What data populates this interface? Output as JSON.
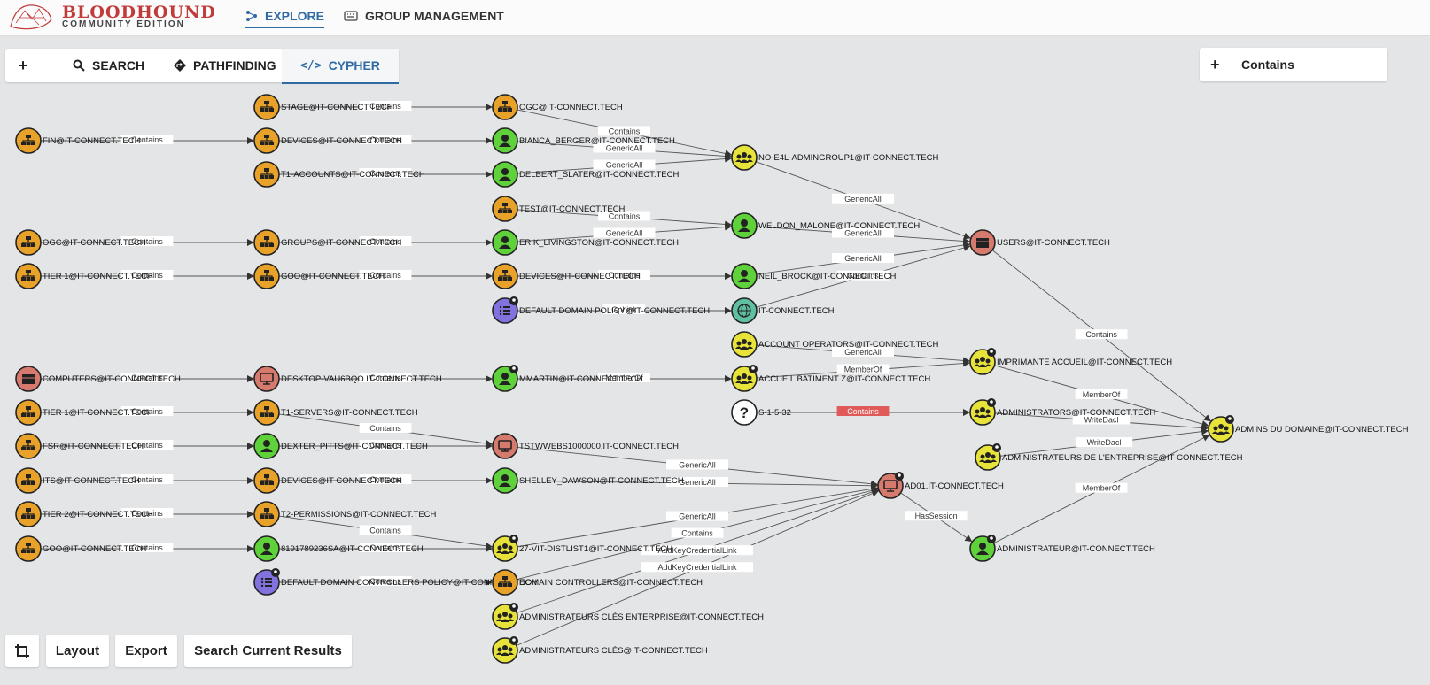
{
  "app": {
    "title": "BLOODHOUND",
    "subtitle": "COMMUNITY EDITION"
  },
  "nav": {
    "explore": "EXPLORE",
    "group_management": "GROUP MANAGEMENT"
  },
  "search_panel": {
    "add": "+",
    "search": "SEARCH",
    "pathfinding": "PATHFINDING",
    "cypher": "CYPHER"
  },
  "edge_filter": {
    "add": "+",
    "label": "Contains"
  },
  "bottom_bar": {
    "layout": "Layout",
    "export": "Export",
    "search_current": "Search Current Results"
  },
  "colors": {
    "group": "#e8e33a",
    "user": "#5fd13a",
    "ou": "#e8a22a",
    "computer": "#d77a6e",
    "gpo": "#8272e0",
    "domain": "#5fbfa3",
    "container": "#d77a6e",
    "unknown": "#ffffff",
    "highlight_edge": "#e05a5a"
  },
  "graph": {
    "nodes": [
      {
        "id": "fin",
        "label": "FIN@IT-CONNECT.TECH",
        "kind": "ou"
      },
      {
        "id": "ogc1",
        "label": "OGC@IT-CONNECT.TECH",
        "kind": "ou"
      },
      {
        "id": "tier1a",
        "label": "TIER 1@IT-CONNECT.TECH",
        "kind": "ou"
      },
      {
        "id": "computers",
        "label": "COMPUTERS@IT-CONNECT.TECH",
        "kind": "container"
      },
      {
        "id": "tier1b",
        "label": "TIER 1@IT-CONNECT.TECH",
        "kind": "ou"
      },
      {
        "id": "fsr",
        "label": "FSR@IT-CONNECT.TECH",
        "kind": "ou"
      },
      {
        "id": "its",
        "label": "ITS@IT-CONNECT.TECH",
        "kind": "ou"
      },
      {
        "id": "tier2",
        "label": "TIER 2@IT-CONNECT.TECH",
        "kind": "ou"
      },
      {
        "id": "goo1",
        "label": "GOO@IT-CONNECT.TECH",
        "kind": "ou"
      },
      {
        "id": "stage",
        "label": "STAGE@IT-CONNECT.TECH",
        "kind": "ou"
      },
      {
        "id": "devices1",
        "label": "DEVICES@IT-CONNECT.TECH",
        "kind": "ou"
      },
      {
        "id": "t1acc",
        "label": "T1-ACCOUNTS@IT-CONNECT.TECH",
        "kind": "ou"
      },
      {
        "id": "groups",
        "label": "GROUPS@IT-CONNECT.TECH",
        "kind": "ou"
      },
      {
        "id": "goo2",
        "label": "GOO@IT-CONNECT.TECH",
        "kind": "ou"
      },
      {
        "id": "desktop",
        "label": "DESKTOP-VAU6BQO.IT-CONNECT.TECH",
        "kind": "computer"
      },
      {
        "id": "t1srv",
        "label": "T1-SERVERS@IT-CONNECT.TECH",
        "kind": "ou"
      },
      {
        "id": "dexter",
        "label": "DEXTER_PITTS@IT-CONNECT.TECH",
        "kind": "user"
      },
      {
        "id": "devices2",
        "label": "DEVICES@IT-CONNECT.TECH",
        "kind": "ou"
      },
      {
        "id": "t2perm",
        "label": "T2-PERMISSIONS@IT-CONNECT.TECH",
        "kind": "ou"
      },
      {
        "id": "u8191",
        "label": "8191789236SA@IT-CONNECT.TECH",
        "kind": "user"
      },
      {
        "id": "ddcp",
        "label": "DEFAULT DOMAIN CONTROLLERS POLICY@IT-CONNECT.TECH",
        "kind": "gpo"
      },
      {
        "id": "ogc2",
        "label": "OGC@IT-CONNECT.TECH",
        "kind": "ou"
      },
      {
        "id": "bianca",
        "label": "BIANCA_BERGER@IT-CONNECT.TECH",
        "kind": "user"
      },
      {
        "id": "delbert",
        "label": "DELBERT_SLATER@IT-CONNECT.TECH",
        "kind": "user"
      },
      {
        "id": "test",
        "label": "TEST@IT-CONNECT.TECH",
        "kind": "ou"
      },
      {
        "id": "erik",
        "label": "ERIK_LIVINGSTON@IT-CONNECT.TECH",
        "kind": "user"
      },
      {
        "id": "devices3",
        "label": "DEVICES@IT-CONNECT.TECH",
        "kind": "ou"
      },
      {
        "id": "ddp",
        "label": "DEFAULT DOMAIN POLICY@IT-CONNECT.TECH",
        "kind": "gpo"
      },
      {
        "id": "mmartin",
        "label": "MMARTIN@IT-CONNECT.TECH",
        "kind": "user"
      },
      {
        "id": "tstw",
        "label": "TSTWWEBS1000000.IT-CONNECT.TECH",
        "kind": "computer"
      },
      {
        "id": "shelley",
        "label": "SHELLEY_DAWSON@IT-CONNECT.TECH",
        "kind": "user"
      },
      {
        "id": "distl",
        "label": "27-VIT-DISTLIST1@IT-CONNECT.TECH",
        "kind": "group"
      },
      {
        "id": "dcs",
        "label": "DOMAIN CONTROLLERS@IT-CONNECT.TECH",
        "kind": "ou"
      },
      {
        "id": "ace",
        "label": "ADMINISTRATEURS CLÉS ENTERPRISE@IT-CONNECT.TECH",
        "kind": "group"
      },
      {
        "id": "acl",
        "label": "ADMINISTRATEURS CLÉS@IT-CONNECT.TECH",
        "kind": "group"
      },
      {
        "id": "noe4l",
        "label": "NO-E4L-ADMINGROUP1@IT-CONNECT.TECH",
        "kind": "group"
      },
      {
        "id": "weldon",
        "label": "WELDON_MALONE@IT-CONNECT.TECH",
        "kind": "user"
      },
      {
        "id": "neil",
        "label": "NEIL_BROCK@IT-CONNECT.TECH",
        "kind": "user"
      },
      {
        "id": "itc",
        "label": "IT-CONNECT.TECH",
        "kind": "domain"
      },
      {
        "id": "accop",
        "label": "ACCOUNT OPERATORS@IT-CONNECT.TECH",
        "kind": "group"
      },
      {
        "id": "accbat",
        "label": "ACCUEIL BATIMENT Z@IT-CONNECT.TECH",
        "kind": "group"
      },
      {
        "id": "s1532",
        "label": "S-1-5-32",
        "kind": "unknown"
      },
      {
        "id": "users",
        "label": "USERS@IT-CONNECT.TECH",
        "kind": "container"
      },
      {
        "id": "impr",
        "label": "IMPRIMANTE ACCUEIL@IT-CONNECT.TECH",
        "kind": "group"
      },
      {
        "id": "admins",
        "label": "ADMINISTRATORS@IT-CONNECT.TECH",
        "kind": "group"
      },
      {
        "id": "adment",
        "label": "ADMINISTRATEURS DE L'ENTREPRISE@IT-CONNECT.TECH",
        "kind": "group"
      },
      {
        "id": "ad01",
        "label": "AD01.IT-CONNECT.TECH",
        "kind": "computer"
      },
      {
        "id": "administrateur",
        "label": "ADMINISTRATEUR@IT-CONNECT.TECH",
        "kind": "user"
      },
      {
        "id": "dadmins",
        "label": "ADMINS DU DOMAINE@IT-CONNECT.TECH",
        "kind": "group"
      }
    ],
    "edges": [
      {
        "from": "fin",
        "to": "devices1",
        "label": "Contains"
      },
      {
        "from": "ogc1",
        "to": "groups",
        "label": "Contains"
      },
      {
        "from": "tier1a",
        "to": "goo2",
        "label": "Contains"
      },
      {
        "from": "computers",
        "to": "desktop",
        "label": "Contains"
      },
      {
        "from": "tier1b",
        "to": "t1srv",
        "label": "Contains"
      },
      {
        "from": "fsr",
        "to": "dexter",
        "label": "Contains"
      },
      {
        "from": "its",
        "to": "devices2",
        "label": "Contains"
      },
      {
        "from": "tier2",
        "to": "t2perm",
        "label": "Contains"
      },
      {
        "from": "goo1",
        "to": "u8191",
        "label": "Contains"
      },
      {
        "from": "stage",
        "to": "ogc2",
        "label": "Contains"
      },
      {
        "from": "devices1",
        "to": "bianca",
        "label": "Contains"
      },
      {
        "from": "t1acc",
        "to": "delbert",
        "label": "Contains"
      },
      {
        "from": "groups",
        "to": "erik",
        "label": "Contains"
      },
      {
        "from": "goo2",
        "to": "devices3",
        "label": "Contains"
      },
      {
        "from": "desktop",
        "to": "mmartin",
        "label": "Contains"
      },
      {
        "from": "t1srv",
        "to": "tstw",
        "label": "Contains"
      },
      {
        "from": "dexter",
        "to": "tstw",
        "label": "Contains"
      },
      {
        "from": "devices2",
        "to": "shelley",
        "label": "Contains"
      },
      {
        "from": "t2perm",
        "to": "distl",
        "label": "Contains"
      },
      {
        "from": "u8191",
        "to": "distl",
        "label": "Contains"
      },
      {
        "from": "ddcp",
        "to": "dcs",
        "label": "Contains"
      },
      {
        "from": "ogc2",
        "to": "noe4l",
        "label": "Contains"
      },
      {
        "from": "bianca",
        "to": "noe4l",
        "label": "GenericAll"
      },
      {
        "from": "delbert",
        "to": "noe4l",
        "label": "GenericAll"
      },
      {
        "from": "test",
        "to": "weldon",
        "label": "Contains"
      },
      {
        "from": "erik",
        "to": "weldon",
        "label": "GenericAll"
      },
      {
        "from": "devices3",
        "to": "neil",
        "label": "Contains"
      },
      {
        "from": "ddp",
        "to": "itc",
        "label": "GpLink"
      },
      {
        "from": "mmartin",
        "to": "accbat",
        "label": "MemberOf"
      },
      {
        "from": "tstw",
        "to": "ad01",
        "label": "GenericAll"
      },
      {
        "from": "shelley",
        "to": "ad01",
        "label": "GenericAll"
      },
      {
        "from": "distl",
        "to": "ad01",
        "label": "GenericAll"
      },
      {
        "from": "dcs",
        "to": "ad01",
        "label": "Contains"
      },
      {
        "from": "ace",
        "to": "ad01",
        "label": "AddKeyCredentialLink"
      },
      {
        "from": "acl",
        "to": "ad01",
        "label": "AddKeyCredentialLink"
      },
      {
        "from": "noe4l",
        "to": "users",
        "label": "GenericAll"
      },
      {
        "from": "weldon",
        "to": "users",
        "label": "GenericAll"
      },
      {
        "from": "neil",
        "to": "users",
        "label": "GenericAll"
      },
      {
        "from": "itc",
        "to": "users",
        "label": "Contains"
      },
      {
        "from": "accop",
        "to": "impr",
        "label": "GenericAll"
      },
      {
        "from": "accbat",
        "to": "impr",
        "label": "MemberOf"
      },
      {
        "from": "s1532",
        "to": "admins",
        "label": "Contains",
        "highlight": true
      },
      {
        "from": "users",
        "to": "dadmins",
        "label": "Contains"
      },
      {
        "from": "impr",
        "to": "dadmins",
        "label": "MemberOf"
      },
      {
        "from": "admins",
        "to": "dadmins",
        "label": "WriteDacl"
      },
      {
        "from": "adment",
        "to": "dadmins",
        "label": "WriteDacl"
      },
      {
        "from": "ad01",
        "to": "administrateur",
        "label": "HasSession"
      },
      {
        "from": "administrateur",
        "to": "dadmins",
        "label": "MemberOf"
      }
    ]
  }
}
